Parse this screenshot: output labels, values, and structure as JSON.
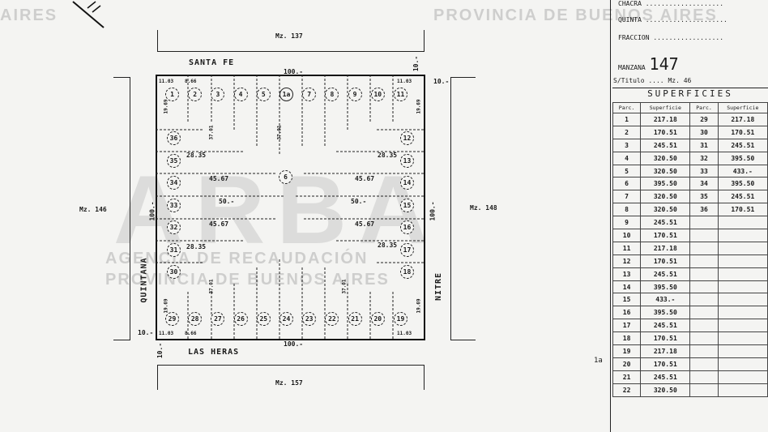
{
  "header": {
    "chacra_label": "CHACRA",
    "quinta_label": "QUINTA",
    "fraccion_label": "FRACCION",
    "manzana_label": "MANZANA",
    "manzana_value": "147",
    "titulo_label": "S/Titulo",
    "titulo_value": "Mz. 46"
  },
  "watermarks": {
    "main": "ARBA",
    "agency": "AGENCIA DE RECAUDACIÓN",
    "province": "PROVINCIA DE BUENOS AIRES",
    "top_center": "PROVINCIA DE BUENOS AIRES",
    "top_left": "AIRES"
  },
  "streets": {
    "north": "SANTA FE",
    "south": "LAS HERAS",
    "west": "QUINTANA",
    "east": "NITRE"
  },
  "neighbor_blocks": {
    "north": "Mz. 137",
    "south": "Mz. 157",
    "west": "Mz. 146",
    "east": "Mz. 148"
  },
  "dimensions": {
    "top": "100.-",
    "bottom": "100.-",
    "left": "100.-",
    "right": "100.-",
    "corner_top_left": "10.-",
    "corner_top_right": "10.-",
    "corner_bottom_left": "10.-",
    "corner_bottom_right": "10.-",
    "inner_50": "50.-",
    "depth_4567": "45.67",
    "depth_3701": "37.01",
    "frontage_866": "8.66",
    "corner_1103": "11.03",
    "side_1969": "19.69",
    "side_2835": "28.35",
    "side_1969b": "19.69"
  },
  "parcels_top": [
    "1",
    "2",
    "3",
    "4",
    "5",
    "1a",
    "7",
    "8",
    "9",
    "10",
    "11"
  ],
  "parcels_bottom": [
    "29",
    "28",
    "27",
    "26",
    "25",
    "24",
    "23",
    "22",
    "21",
    "20",
    "19"
  ],
  "parcels_left": [
    "36",
    "35",
    "34",
    "33",
    "32",
    "31",
    "30"
  ],
  "parcels_right": [
    "12",
    "13",
    "14",
    "15",
    "16",
    "17",
    "18"
  ],
  "parcel_center": "6",
  "side_note": "1a",
  "table": {
    "title": "SUPERFICIES",
    "col_parc": "Parc.",
    "col_sup": "Superficie",
    "left_rows": [
      [
        "1",
        "217.18"
      ],
      [
        "2",
        "170.51"
      ],
      [
        "3",
        "245.51"
      ],
      [
        "4",
        "320.50"
      ],
      [
        "5",
        "320.50"
      ],
      [
        "6",
        "395.50"
      ],
      [
        "7",
        "320.50"
      ],
      [
        "8",
        "320.50"
      ],
      [
        "9",
        "245.51"
      ],
      [
        "10",
        "170.51"
      ],
      [
        "11",
        "217.18"
      ],
      [
        "12",
        "170.51"
      ],
      [
        "13",
        "245.51"
      ],
      [
        "14",
        "395.50"
      ],
      [
        "15",
        "433.-"
      ],
      [
        "16",
        "395.50"
      ],
      [
        "17",
        "245.51"
      ],
      [
        "18",
        "170.51"
      ],
      [
        "19",
        "217.18"
      ],
      [
        "20",
        "170.51"
      ],
      [
        "21",
        "245.51"
      ],
      [
        "22",
        "320.50"
      ]
    ],
    "right_rows": [
      [
        "29",
        "217.18"
      ],
      [
        "30",
        "170.51"
      ],
      [
        "31",
        "245.51"
      ],
      [
        "32",
        "395.50"
      ],
      [
        "33",
        "433.-"
      ],
      [
        "34",
        "395.50"
      ],
      [
        "35",
        "245.51"
      ],
      [
        "36",
        "170.51"
      ]
    ]
  }
}
